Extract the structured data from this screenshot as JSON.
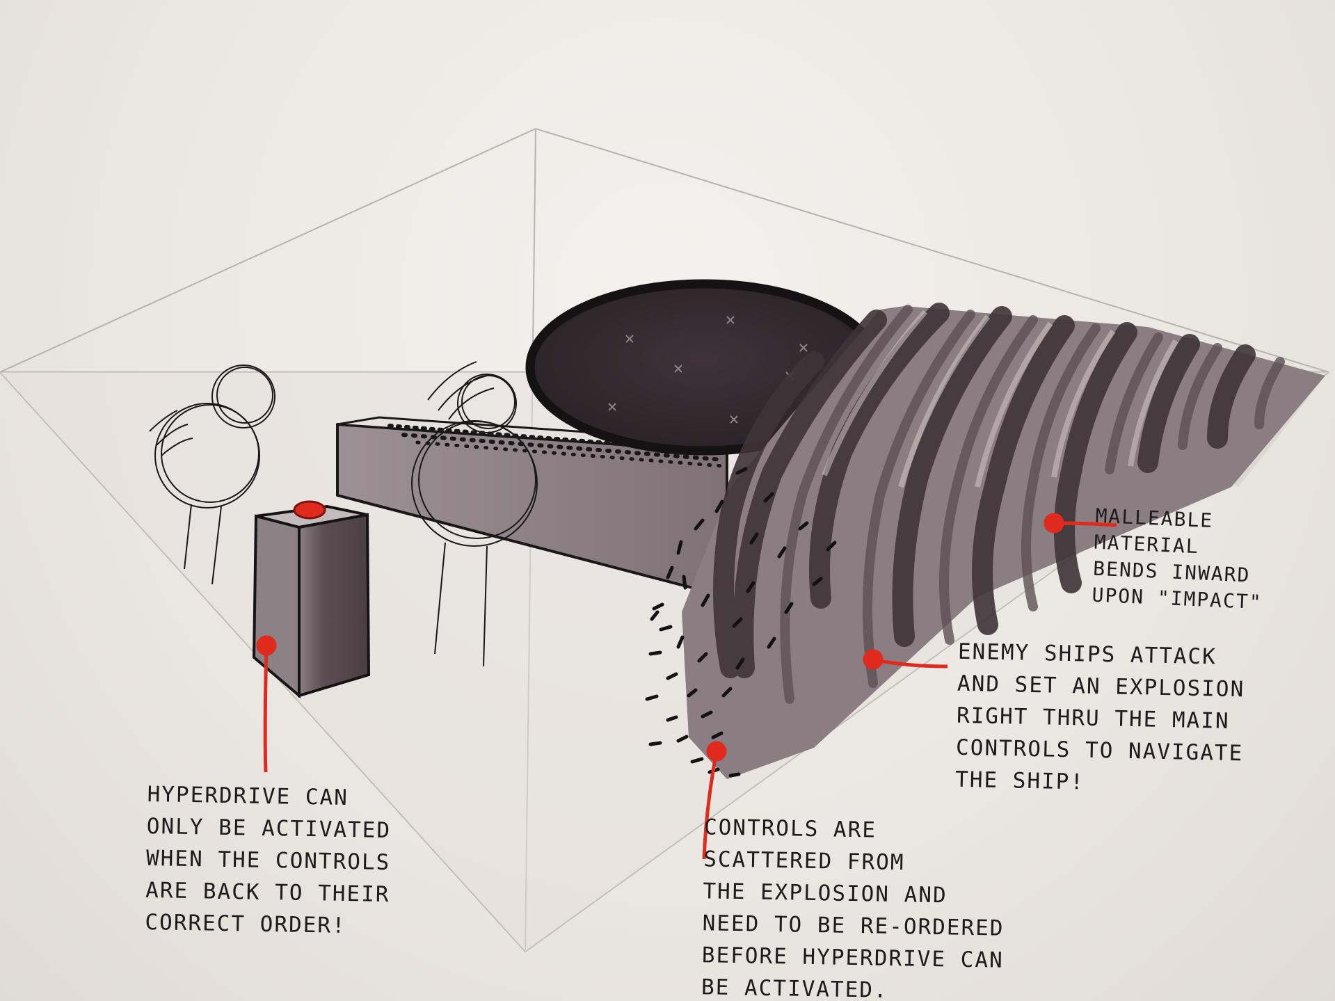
{
  "colors": {
    "paper": "#ece8e3",
    "ink": "#1d1b1b",
    "marker_dark": "#3a3034",
    "marker_mid": "#6d6064",
    "marker_light": "#a79da0",
    "pointer_red": "#e02a1d"
  },
  "annotations": {
    "malleable": [
      "Malleable",
      "material",
      "bends inward",
      "upon \"impact\""
    ],
    "enemy": [
      "Enemy ships attack",
      "and set an explosion",
      "right thru the main",
      "controls to navigate",
      "the ship!"
    ],
    "hyperdrive": [
      "Hyperdrive can",
      "only be activated",
      "when the controls",
      "are back to their",
      "correct order!"
    ],
    "controls": [
      "Controls are",
      "scattered from",
      "the explosion and",
      "need to be re-ordered",
      "before hyperdrive can",
      "be activated."
    ]
  }
}
